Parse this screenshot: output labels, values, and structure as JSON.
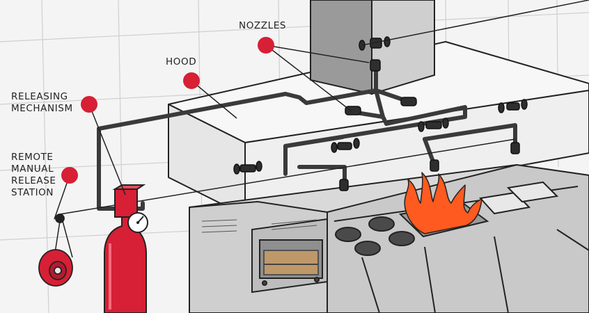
{
  "labels": {
    "nozzles": "NOZZLES",
    "hood": "HOOD",
    "releasing_mechanism": [
      "RELEASING",
      "MECHANISM"
    ],
    "remote_manual_release_station": [
      "REMOTE",
      "MANUAL",
      "RELEASE",
      "STATION"
    ]
  },
  "colors": {
    "accent_red": "#d71f35",
    "pipe": "#3a3a3a",
    "flame": "#ff5a1f",
    "steel": "#d9d9d9"
  },
  "icons": {
    "pressure_gauge": "gauge-icon",
    "flame": "fire-icon"
  }
}
